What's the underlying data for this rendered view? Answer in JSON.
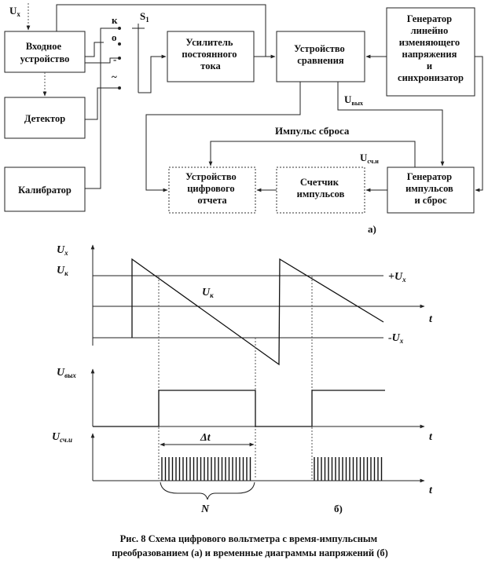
{
  "blocks": {
    "input": [
      "Входное",
      "устройство"
    ],
    "detector": [
      "Детектор"
    ],
    "calibrator": [
      "Калибратор"
    ],
    "dc_amp": [
      "Усилитель",
      "постоянного",
      "тока"
    ],
    "comparator": [
      "Устройство",
      "сравнения"
    ],
    "ramp_gen": [
      "Генератор",
      "линейно",
      "изменяющего",
      "напряжения",
      "и",
      "синхронизатор"
    ],
    "pulse_gen": [
      "Генератор",
      "импульсов",
      "и сброс"
    ],
    "counter": [
      "Счетчик",
      "импульсов"
    ],
    "display": [
      "Устройство",
      "цифрового",
      "отчета"
    ]
  },
  "labels": {
    "ux_in": "U",
    "ux_in_sub": "x",
    "switch": "S",
    "switch_sub": "1",
    "switch_k": "к",
    "switch_o": "o",
    "switch_minus": "-",
    "switch_tilde": "~",
    "u_out": "U",
    "u_out_sub": "вых",
    "reset": "Импульс сброса",
    "u_count": "U",
    "u_count_sub": "сч.и",
    "part_a": "а)",
    "part_b": "б)"
  },
  "timing": {
    "ux": "U",
    "ux_sub": "x",
    "uk": "U",
    "uk_sub": "к",
    "uk_curve": "U",
    "uk_curve_sub": "к",
    "plus_ux": "+U",
    "plus_ux_sub": "x",
    "minus_ux": "-U",
    "minus_ux_sub": "x",
    "uout": "U",
    "uout_sub": "вых",
    "ucount": "U",
    "ucount_sub": "сч.и",
    "t": "t",
    "dt": "Δt",
    "n": "N"
  },
  "caption": [
    "Рис. 8  Схема цифрового вольтметра с время-импульсным",
    "преобразованием (а) и временные диаграммы напряжений (б)"
  ]
}
